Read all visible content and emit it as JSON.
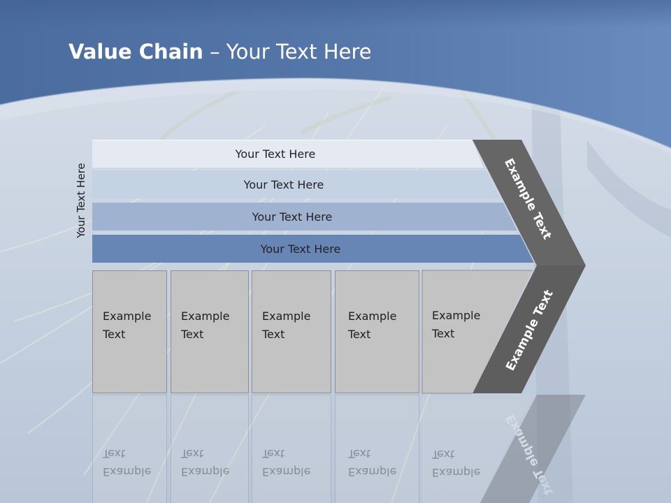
{
  "title": {
    "bold": "Value Chain",
    "rest": " – Your Text Here"
  },
  "side_label": "Your Text Here",
  "bars": [
    {
      "label": "Your Text Here",
      "color": "#e4e9f2"
    },
    {
      "label": "Your Text Here",
      "color": "#c5d2e4"
    },
    {
      "label": "Your Text Here",
      "color": "#9fb3d1"
    },
    {
      "label": "Your Text Here",
      "color": "#6886b5"
    }
  ],
  "boxes": [
    {
      "line1": "Example",
      "line2": "Text"
    },
    {
      "line1": "Example",
      "line2": "Text"
    },
    {
      "line1": "Example",
      "line2": "Text"
    },
    {
      "line1": "Example",
      "line2": "Text"
    },
    {
      "line1": "Example",
      "line2": "Text"
    }
  ],
  "arrow": {
    "top_label": "Example Text",
    "bottom_label": "Example Text",
    "color": "#5e5e5e"
  },
  "colors": {
    "header": "#4a6ea3",
    "box": "#c3c3c3"
  }
}
